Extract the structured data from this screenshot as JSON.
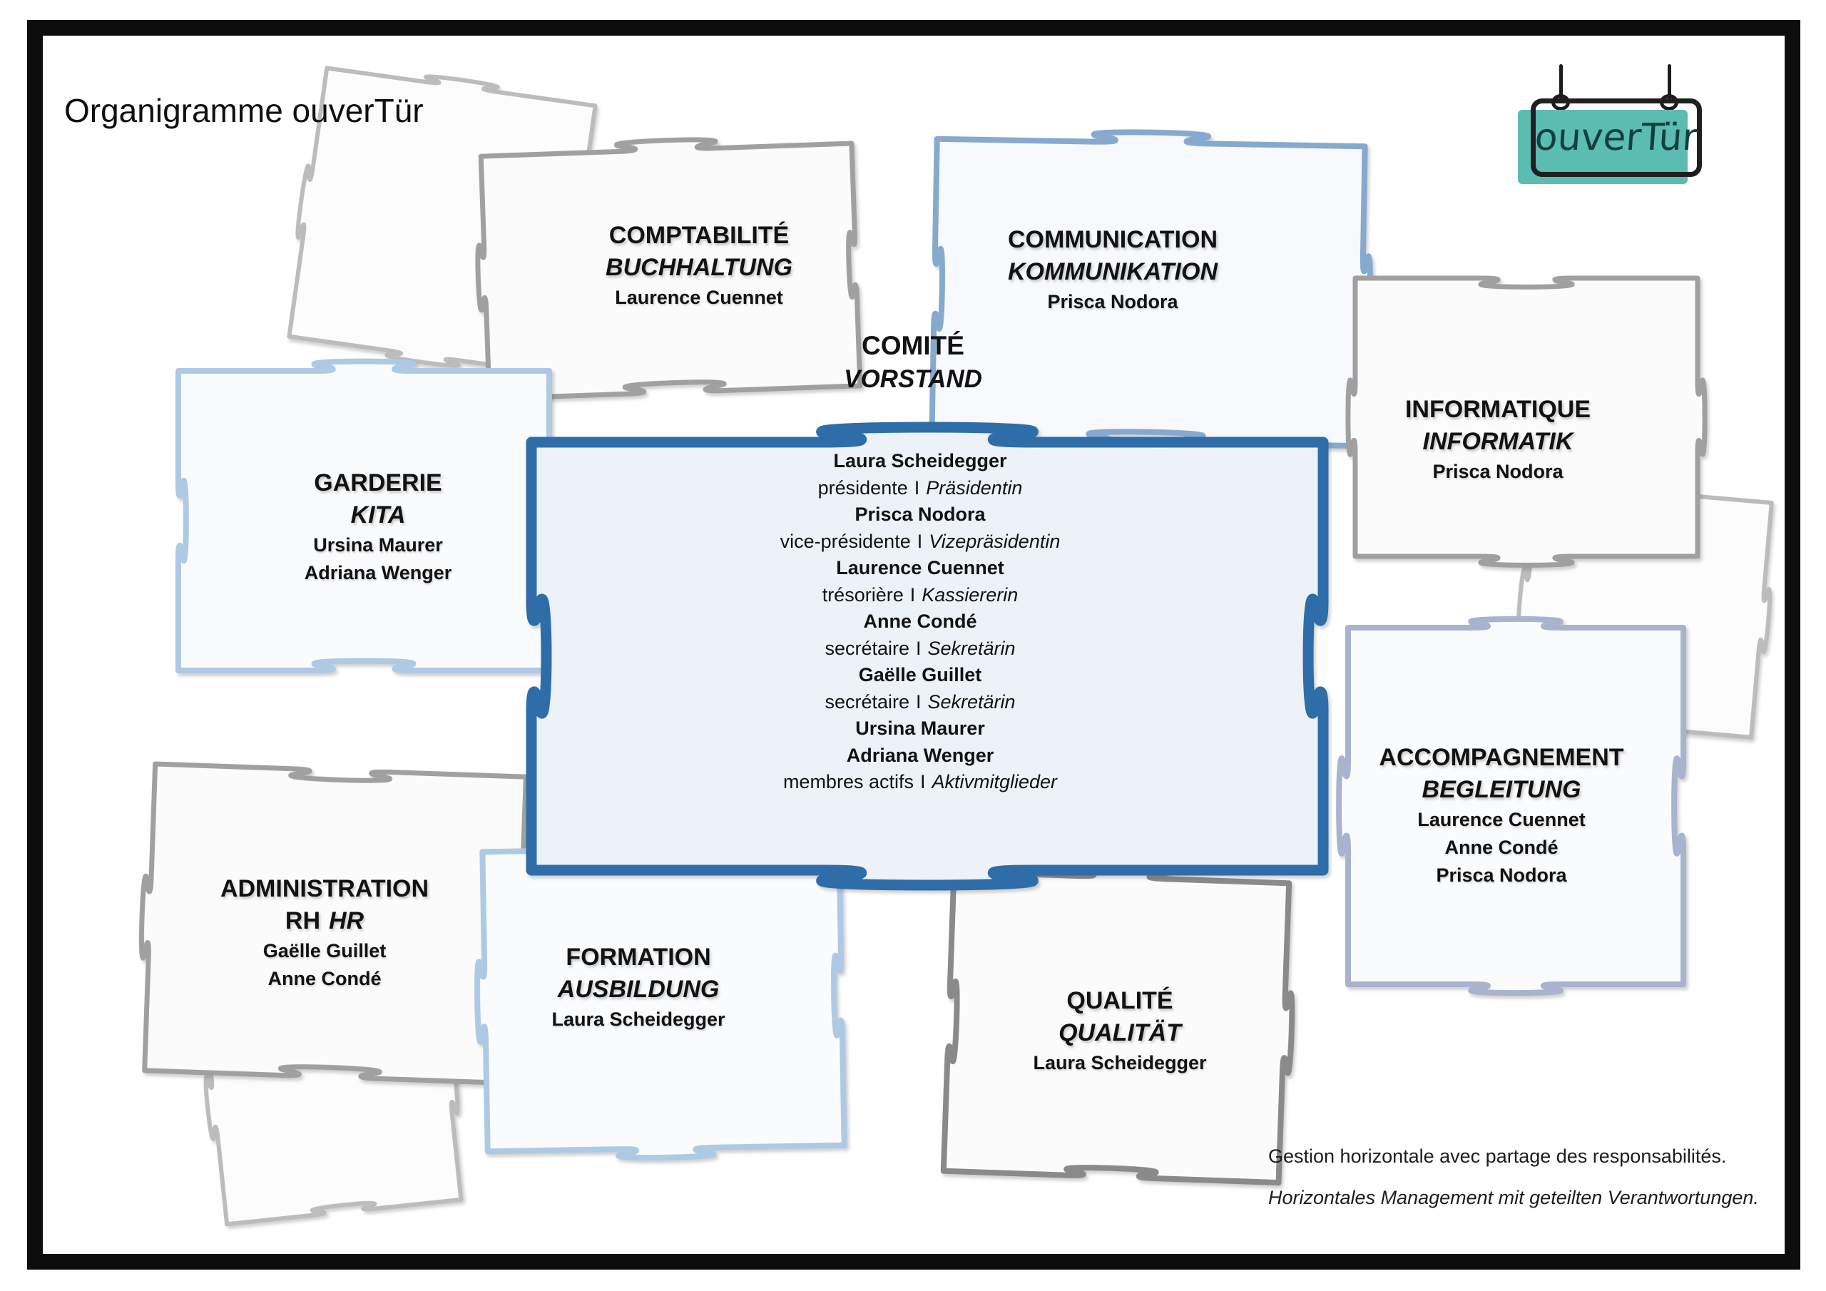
{
  "page": {
    "title": "Organigramme ouverTür"
  },
  "logo": {
    "text": "ouverTür"
  },
  "separator": "I",
  "colors": {
    "frame": "#0d0d0d",
    "center_outline": "#2e6da8",
    "center_fill": "#edf2f8",
    "blue_piece": "#86a9ce",
    "light_blue_piece": "#aec9e4",
    "periwinkle_piece": "#a9b3cd",
    "gray_piece": "#a0a0a0",
    "dark_gray_piece": "#8a8a8a",
    "deco_gray": "#bcbcbc",
    "logo_teal": "#5bbcb2"
  },
  "committee": {
    "title_fr": "COMITÉ",
    "title_de": "VORSTAND",
    "members": [
      {
        "name": "Laura Scheidegger",
        "role_fr": "présidente",
        "role_de": "Präsidentin"
      },
      {
        "name": "Prisca Nodora",
        "role_fr": "vice-présidente",
        "role_de": "Vizepräsidentin"
      },
      {
        "name": "Laurence Cuennet",
        "role_fr": "trésorière",
        "role_de": "Kassiererin"
      },
      {
        "name": "Anne Condé",
        "role_fr": "secrétaire",
        "role_de": "Sekretärin"
      },
      {
        "name": "Gaëlle Guillet",
        "role_fr": "secrétaire",
        "role_de": "Sekretärin"
      },
      {
        "name": "Ursina Maurer"
      },
      {
        "name": "Adriana Wenger",
        "role_fr": "membres actifs",
        "role_de": "Aktivmitglieder"
      }
    ]
  },
  "departments": {
    "comptabilite": {
      "title_fr": "COMPTABILITÉ",
      "title_de": "BUCHHALTUNG",
      "people": [
        "Laurence Cuennet"
      ]
    },
    "communication": {
      "title_fr": "COMMUNICATION",
      "title_de": "KOMMUNIKATION",
      "people": [
        "Prisca Nodora"
      ]
    },
    "informatique": {
      "title_fr": "INFORMATIQUE",
      "title_de": "INFORMATIK",
      "people": [
        "Prisca Nodora"
      ]
    },
    "garderie": {
      "title_fr": "GARDERIE",
      "title_de": "KITA",
      "people": [
        "Ursina Maurer",
        "Adriana Wenger"
      ]
    },
    "administration": {
      "title_fr": "ADMINISTRATION",
      "subtitle_fr": "RH",
      "subtitle_de": "HR",
      "people": [
        "Gaëlle Guillet",
        "Anne Condé"
      ]
    },
    "formation": {
      "title_fr": "FORMATION",
      "title_de": "AUSBILDUNG",
      "people": [
        "Laura Scheidegger"
      ]
    },
    "qualite": {
      "title_fr": "QUALITÉ",
      "title_de": "QUALITÄT",
      "people": [
        "Laura Scheidegger"
      ]
    },
    "accompagnement": {
      "title_fr": "ACCOMPAGNEMENT",
      "title_de": "BEGLEITUNG",
      "people": [
        "Laurence Cuennet",
        "Anne Condé",
        "Prisca Nodora"
      ]
    }
  },
  "footer": {
    "line_fr": "Gestion horizontale avec partage des responsabilités.",
    "line_de": "Horizontales Management mit geteilten Verantwortungen."
  }
}
